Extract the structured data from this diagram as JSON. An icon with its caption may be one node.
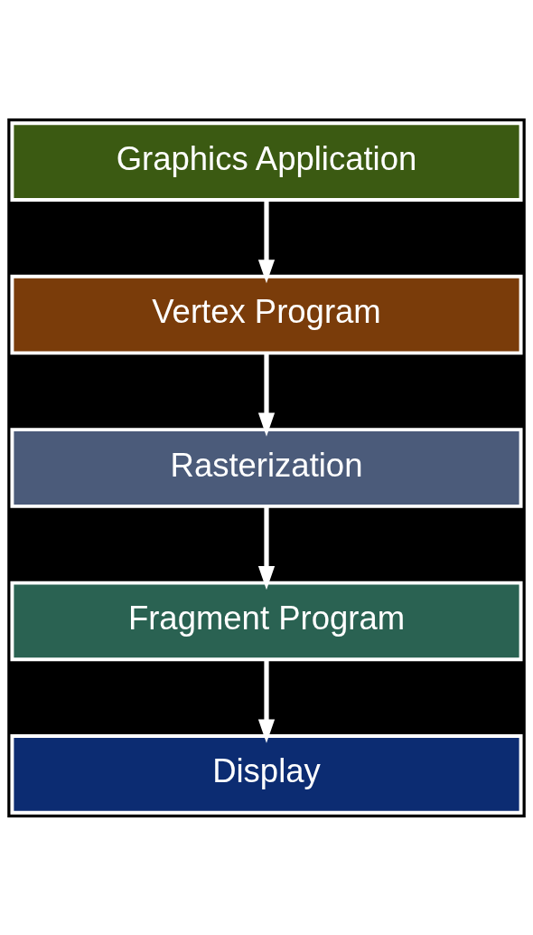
{
  "diagram": {
    "nodes": [
      {
        "text": [
          "Graphics Application"
        ]
      },
      {
        "text": [
          "Vertex Program"
        ]
      },
      {
        "text": [
          "Rasterization"
        ]
      },
      {
        "text": [
          "Fragment Program"
        ]
      },
      {
        "text": [
          "Display"
        ]
      }
    ],
    "edges": [
      {
        "from": 0,
        "to": 1,
        "arrow": "to"
      },
      {
        "from": 1,
        "to": 2,
        "arrow": "to"
      },
      {
        "from": 2,
        "to": 3,
        "arrow": "to"
      },
      {
        "from": 3,
        "to": 4,
        "arrow": "to"
      }
    ]
  }
}
